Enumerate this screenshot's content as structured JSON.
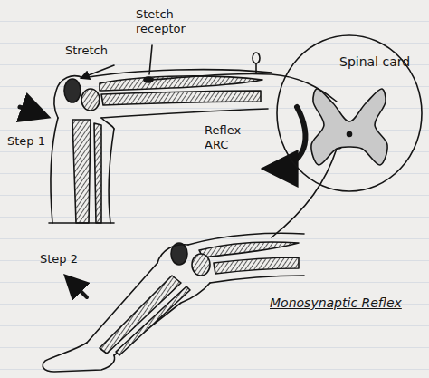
{
  "diagram": {
    "title": "Monosynaptic Reflex",
    "nodes": [
      {
        "text": [
          "Spinal card"
        ]
      }
    ],
    "labels": [
      "Stretch",
      "Stetch receptor",
      "Step 1",
      "Reflex ARC",
      "Step 2"
    ]
  }
}
